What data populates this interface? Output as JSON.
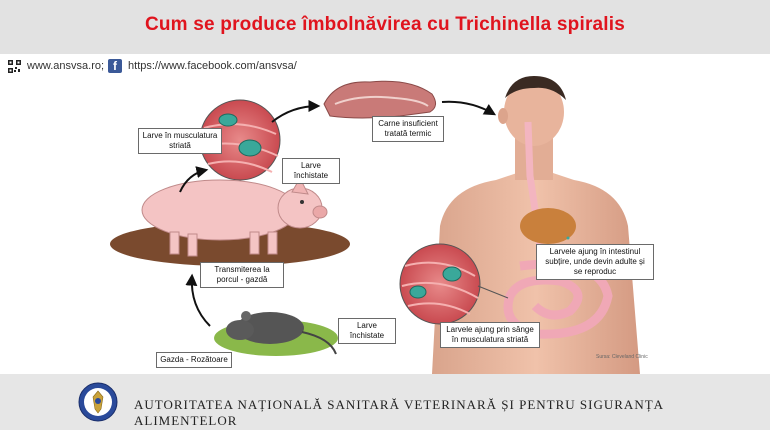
{
  "header": {
    "title": "Cum se produce îmbolnăvirea cu Trichinella spiralis",
    "website": "www.ansvsa.ro;",
    "facebook": "https://www.facebook.com/ansvsa/"
  },
  "diagram": {
    "labels": {
      "larve_musculatura": "Larve în musculatura striată",
      "larve_inchistate_top": "Larve închistate",
      "carne": "Carne insuficient tratată termic",
      "transmiterea": "Transmiterea la porcul - gazdă",
      "larve_inchistate_bottom": "Larve închistate",
      "gazda": "Gazda - Rozătoare",
      "intestin": "Larvele ajung în intestinul subțire, unde devin adulte și se reproduc",
      "sange": "Larvele ajung prin sânge în musculatura striată",
      "source": "Sursa: Cleveland Clinic"
    }
  },
  "footer": {
    "authority": "AUTORITATEA NAȚIONALĂ SANITARĂ VETERINARĂ ȘI PENTRU SIGURANȚA ALIMENTELOR"
  },
  "colors": {
    "title": "#e0141e",
    "skin": "#e8b8a0",
    "pig": "#f4c4c4",
    "meat": "#c97a78",
    "muscle": "#d9666a",
    "larva": "#3aa89a"
  }
}
